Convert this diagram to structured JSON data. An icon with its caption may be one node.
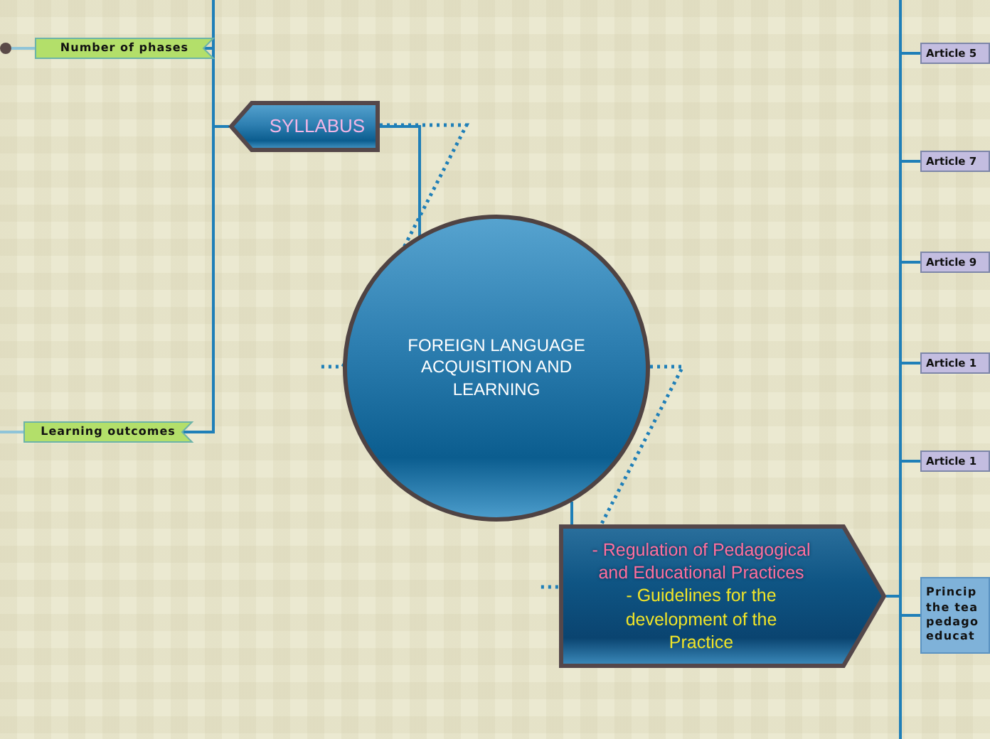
{
  "diagram": {
    "nodes": [
      {
        "text": [],
        "shape": "circle"
      },
      {
        "text": [
          "Number of phases"
        ]
      },
      {
        "text": [
          "SYLLABUS"
        ]
      },
      {
        "text": [
          "Learning outcomes"
        ]
      },
      {
        "text": [
          "FOREIGN LANGUAGE ACQUISITION AND LEARNING"
        ]
      },
      {
        "text": [
          "Article 5"
        ]
      },
      {
        "text": [
          "Article 7"
        ]
      },
      {
        "text": [
          "Article 9"
        ]
      },
      {
        "text": [
          "Article 1"
        ]
      },
      {
        "text": [
          "Article 1"
        ]
      },
      {
        "text": [
          "- Regulation of Pedagogical and Educational Practices",
          "- Guidelines for the development of the Practice"
        ]
      },
      {
        "text": [
          "Princip the tea pedago educat"
        ]
      }
    ],
    "edges": [
      {
        "from": 4,
        "to": 2,
        "arrow": "none"
      },
      {
        "from": 2,
        "to": 1,
        "arrow": "none"
      },
      {
        "from": 2,
        "to": 3,
        "arrow": "none"
      },
      {
        "from": 2,
        "to": null,
        "arrow": "none"
      },
      {
        "from": 1,
        "to": 0,
        "arrow": "none",
        "color": "#8fc4d8"
      },
      {
        "from": 3,
        "to": null,
        "arrow": "none",
        "color": "#8fc4d8"
      },
      {
        "from": 4,
        "to": 10,
        "arrow": "none"
      },
      {
        "from": 10,
        "to": 5,
        "arrow": "none"
      },
      {
        "from": 10,
        "to": 6,
        "arrow": "none"
      },
      {
        "from": 10,
        "to": 7,
        "arrow": "none"
      },
      {
        "from": 10,
        "to": 8,
        "arrow": "none"
      },
      {
        "from": 10,
        "to": 9,
        "arrow": "none"
      },
      {
        "from": 10,
        "to": 11,
        "arrow": "none"
      },
      {
        "from": 10,
        "to": null,
        "arrow": "none"
      },
      {
        "from": 10,
        "to": null,
        "arrow": "none"
      }
    ]
  }
}
